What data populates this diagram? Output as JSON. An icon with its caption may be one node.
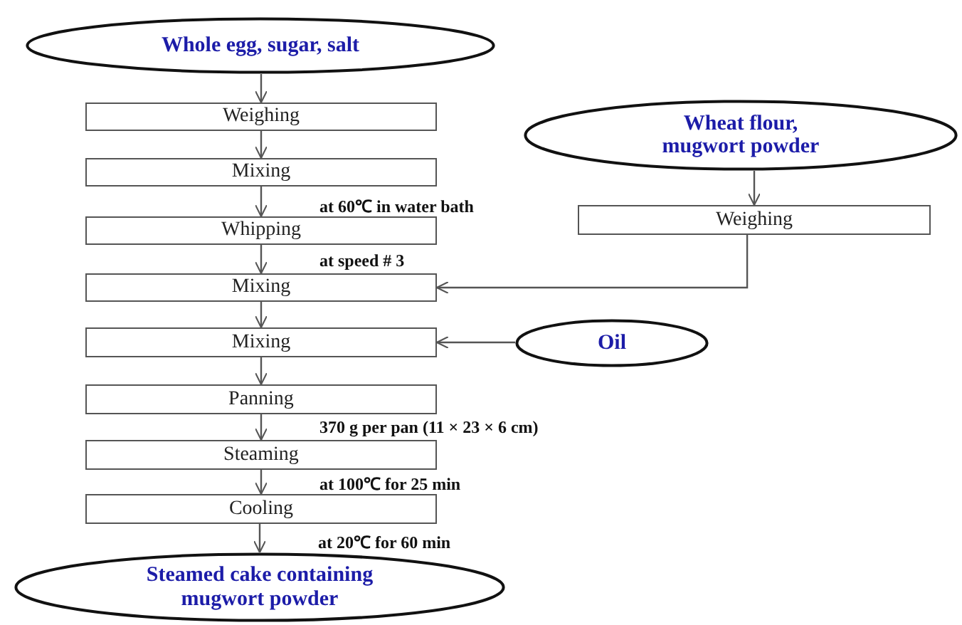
{
  "diagram": {
    "nodes": [
      {
        "text": [
          "Whole egg, sugar, salt"
        ]
      },
      {
        "text": [
          "Weighing"
        ]
      },
      {
        "text": [
          "Mixing"
        ]
      },
      {
        "text": [
          "Whipping"
        ]
      },
      {
        "text": [
          "Mixing"
        ]
      },
      {
        "text": [
          "Wheat flour, mugwort powder"
        ]
      },
      {
        "text": [
          "Weighing"
        ]
      },
      {
        "text": [
          "Mixing"
        ]
      },
      {
        "text": [
          "Oil"
        ]
      },
      {
        "text": [
          "Panning"
        ]
      },
      {
        "text": [
          "Steaming"
        ]
      },
      {
        "text": [
          "Cooling"
        ]
      },
      {
        "text": [
          "Steamed cake containing mugwort powder"
        ]
      }
    ],
    "edges": [
      {
        "from": 0,
        "to": 1,
        "arrow": "to"
      },
      {
        "from": 1,
        "to": 2,
        "arrow": "to"
      },
      {
        "from": 2,
        "to": 3,
        "arrow": "to",
        "label": "at 60℃ in water bath"
      },
      {
        "from": 3,
        "to": 4,
        "arrow": "to",
        "label": "at speed # 3"
      },
      {
        "from": 5,
        "to": 6,
        "arrow": "to"
      },
      {
        "from": 6,
        "to": 4,
        "arrow": "to"
      },
      {
        "from": 4,
        "to": 7,
        "arrow": "to"
      },
      {
        "from": 8,
        "to": 7,
        "arrow": "to"
      },
      {
        "from": 7,
        "to": 9,
        "arrow": "to"
      },
      {
        "from": 9,
        "to": 10,
        "arrow": "to",
        "label": "370 g per pan (11 × 23 × 6 cm)"
      },
      {
        "from": 10,
        "to": 11,
        "arrow": "to",
        "label": "at 100℃ for 25 min"
      },
      {
        "from": 11,
        "to": 12,
        "arrow": "to",
        "label": "at 20℃ for 60 min"
      }
    ]
  }
}
